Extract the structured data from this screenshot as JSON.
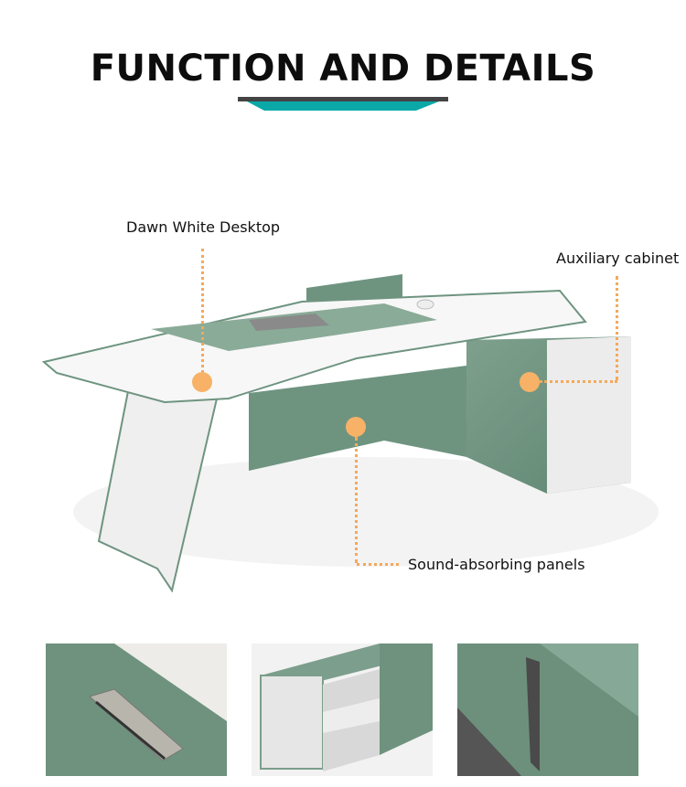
{
  "header": {
    "title": "FUNCTION AND DETAILS"
  },
  "callouts": {
    "desktop": "Dawn White Desktop",
    "cabinet": "Auxiliary cabinet",
    "panels": "Sound-absorbing panels"
  },
  "colors": {
    "accent": "#0aa9a8",
    "callout": "#f7b267",
    "desk_green": "#6e9480",
    "desk_white": "#f2f2f2"
  },
  "thumbnails": [
    "cable-grommet-detail",
    "cabinet-drawer-detail",
    "power-socket-detail"
  ]
}
